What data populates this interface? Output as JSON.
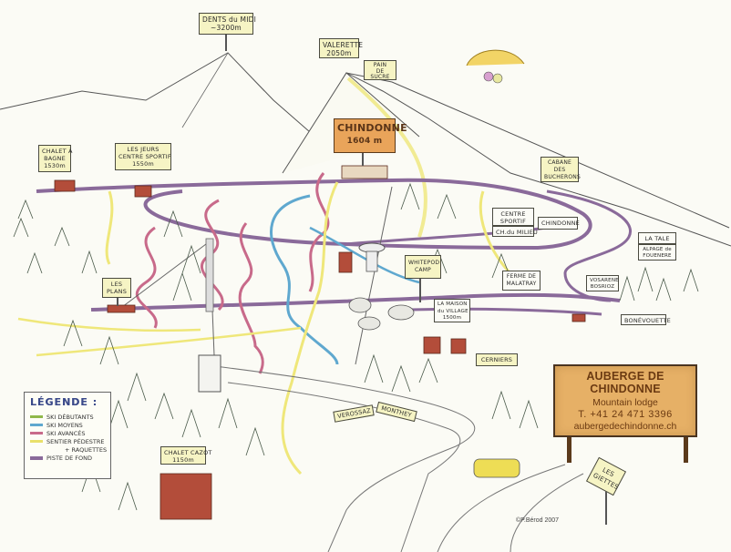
{
  "map": {
    "title": "Chindonne ski area illustrated map",
    "signs": {
      "dents_du_midi": {
        "line1": "DENTS du MIDI",
        "line2": "~3200m"
      },
      "valerette": {
        "line1": "VALERETTE",
        "line2": "2050m"
      },
      "pain_de_sucre": {
        "line1": "PAIN",
        "line2": "DE",
        "line3": "SUCRE"
      },
      "chindonne": {
        "line1": "CHINDONNE",
        "line2": "1604 m"
      },
      "chalet_a_bagne": {
        "line1": "CHALET À",
        "line2": "BAGNE",
        "line3": "1530m"
      },
      "les_jeurs": {
        "line1": "LES JEURS",
        "line2": "CENTRE SPORTIF",
        "line3": "1550m"
      },
      "cabane_des_bucherons": {
        "line1": "CABANE",
        "line2": "DES",
        "line3": "BUCHERONS"
      },
      "centre_sportif": {
        "line1": "CENTRE",
        "line2": "SPORTIF"
      },
      "ch_du_milieu": {
        "line1": "CH.du MILIEU"
      },
      "chindonne_arrow": {
        "line1": "CHINDONNE"
      },
      "la_tale": {
        "line1": "LA TALE"
      },
      "alpage_de_fouenere": {
        "line1": "ALPAGE de",
        "line2": "FOUENERE"
      },
      "vosarene_bosriod": {
        "line1": "VOSARENE",
        "line2": "BOSRIOZ"
      },
      "bonevouette": {
        "line1": "BONÉVOUETTE"
      },
      "whitepod_camp": {
        "line1": "WHITEPOD",
        "line2": "CAMP"
      },
      "ferme_de_malatray": {
        "line1": "FERME DE",
        "line2": "MALATRAY"
      },
      "la_maison_du_village": {
        "line1": "LA MAISON",
        "line2": "du VILLAGE",
        "line3": "1500m"
      },
      "les_plans": {
        "line1": "LES",
        "line2": "PLANS"
      },
      "cerniers": {
        "line1": "CERNIERS"
      },
      "verossaz": {
        "line1": "VEROSSAZ"
      },
      "monthey": {
        "line1": "MONTHEY"
      },
      "chalet_cazot": {
        "line1": "CHALET CAZOT",
        "line2": "1150m"
      },
      "les_giettes": {
        "line1": "LES",
        "line2": "GIETTES"
      }
    },
    "legend": {
      "title": "LÉGENDE :",
      "items": [
        {
          "label": "SKI DÉBUTANTS",
          "color": "#8fb84a"
        },
        {
          "label": "SKI MOYENS",
          "color": "#5fa8cf"
        },
        {
          "label": "SKI AVANCÉS",
          "color": "#c86a8a"
        },
        {
          "label": "SENTIER PÉDESTRE",
          "label2": "+ RAQUETTES",
          "color": "#e9e06a"
        },
        {
          "label": "PISTE DE FOND",
          "color": "#8a6a9a"
        }
      ]
    },
    "auberge": {
      "name": "AUBERGE DE CHINDONNE",
      "subtitle": "Mountain lodge",
      "phone": "T. +41 24 471 3396",
      "website": "aubergedechindonne.ch"
    },
    "copyright": "©P.Bérod 2007",
    "colors": {
      "piste_de_fond": "#8a6a9a",
      "ski_avances": "#c86a8a",
      "ski_moyens": "#5fa8cf",
      "sentier": "#e9e06a",
      "wood_sign": "#e6b066"
    }
  }
}
